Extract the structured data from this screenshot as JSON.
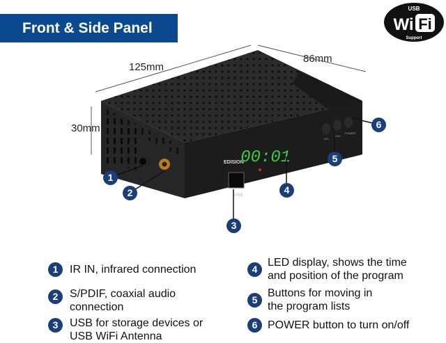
{
  "title": "Front & Side Panel",
  "badge": {
    "top": "USB",
    "main_left": "Wi",
    "main_right": "Fi",
    "bottom": "Support"
  },
  "dimensions": {
    "length": "125mm",
    "width": "86mm",
    "height": "30mm"
  },
  "device": {
    "brand": "EDISION",
    "display": "00:01",
    "usb_label": "USB",
    "buttons": [
      "CH-",
      "CH+",
      "POWER"
    ]
  },
  "legend": [
    {
      "n": "1",
      "text": "IR IN, infrared connection"
    },
    {
      "n": "2",
      "text": "S/PDIF, coaxial audio connection"
    },
    {
      "n": "3",
      "text": "USB for storage devices or USB WiFi Antenna"
    },
    {
      "n": "4",
      "text": "LED display, shows the time and position of the program"
    },
    {
      "n": "5",
      "text": "Buttons for moving in the program lists"
    },
    {
      "n": "6",
      "text": "POWER button to turn on/off"
    }
  ],
  "colors": {
    "banner": "#0b4a8f",
    "callout": "#1a3f78",
    "led": "#3fcf3f"
  }
}
